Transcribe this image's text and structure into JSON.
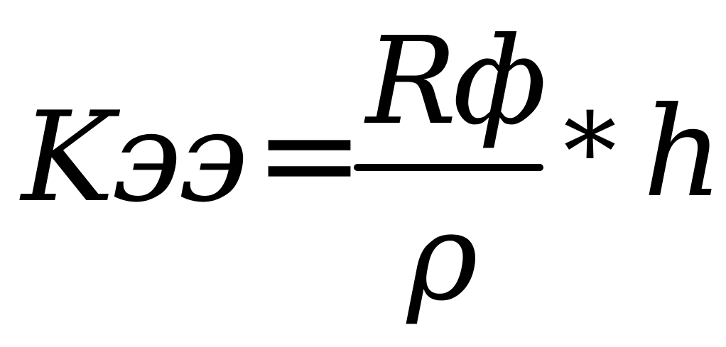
{
  "formula": {
    "lhs": "Kээ",
    "equals": "=",
    "numerator": "Rф",
    "denominator": "ρ",
    "operator": "*",
    "multiplier": "h",
    "text_color": "#000000",
    "background_color": "#ffffff"
  }
}
